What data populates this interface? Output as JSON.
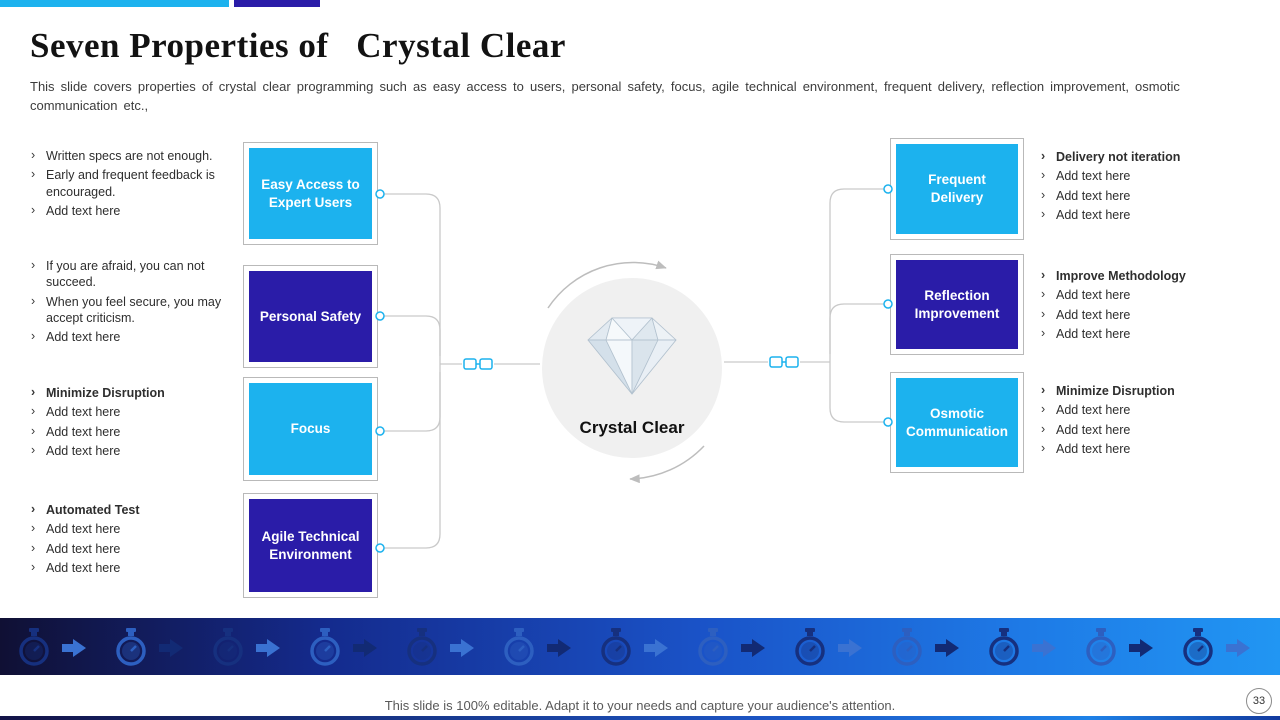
{
  "page": {
    "title": "Seven Properties of   Crystal Clear",
    "subtitle": "This slide covers properties of crystal clear programming such as easy access to users, personal safety, focus, agile technical environment, frequent delivery, reflection improvement, osmotic communication etc.,",
    "footer_note": "This slide is 100% editable. Adapt it to your needs and capture your audience's attention.",
    "page_number": "33"
  },
  "center": {
    "label": "Crystal Clear"
  },
  "colors": {
    "accent_cyan": "#1CB2EE",
    "accent_indigo": "#2A1CA8"
  },
  "icons": [
    "diamond-icon",
    "link-icon",
    "stopwatch-icon",
    "arrow-icon"
  ],
  "left_groups": [
    {
      "box_label": "Easy Access to Expert Users",
      "bullets": [
        "Written specs are not enough.",
        "Early and frequent feedback is encouraged.",
        "Add text here"
      ]
    },
    {
      "box_label": "Personal Safety",
      "bullets": [
        "If you are afraid, you can not succeed.",
        "When you feel secure, you may accept criticism.",
        "Add text here"
      ]
    },
    {
      "box_label": "Focus",
      "bullets": [
        "Minimize Disruption",
        "Add text here",
        "Add text here",
        "Add text here"
      ]
    },
    {
      "box_label": "Agile Technical Environment",
      "bullets": [
        "Automated Test",
        "Add text here",
        "Add text here",
        "Add text here"
      ]
    }
  ],
  "right_groups": [
    {
      "box_label": "Frequent Delivery",
      "bullets": [
        "Delivery not iteration",
        "Add text here",
        "Add text here",
        "Add text here"
      ]
    },
    {
      "box_label": "Reflection Improvement",
      "bullets": [
        "Improve Methodology",
        "Add text here",
        "Add text here",
        "Add text here"
      ]
    },
    {
      "box_label": "Osmotic Communication",
      "bullets": [
        "Minimize Disruption",
        "Add text here",
        "Add text here",
        "Add text here"
      ]
    }
  ]
}
